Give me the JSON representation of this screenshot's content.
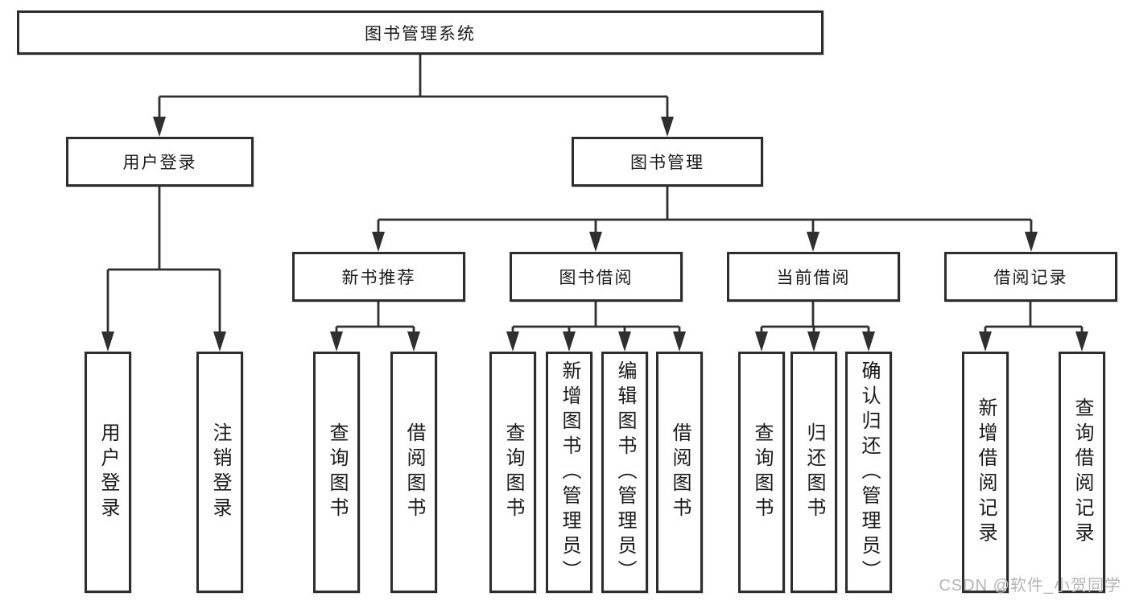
{
  "tree": {
    "root": "图书管理系统",
    "branches": [
      {
        "label": "用户登录",
        "children": [
          {
            "label": "用户登录"
          },
          {
            "label": "注销登录"
          }
        ]
      },
      {
        "label": "图书管理",
        "children": [
          {
            "label": "新书推荐",
            "children": [
              {
                "label": "查询图书"
              },
              {
                "label": "借阅图书"
              }
            ]
          },
          {
            "label": "图书借阅",
            "children": [
              {
                "label": "查询图书"
              },
              {
                "label": "新增图书（管理员）"
              },
              {
                "label": "编辑图书（管理员）"
              },
              {
                "label": "借阅图书"
              }
            ]
          },
          {
            "label": "当前借阅",
            "children": [
              {
                "label": "查询图书"
              },
              {
                "label": "归还图书"
              },
              {
                "label": "确认归还（管理员）"
              }
            ]
          },
          {
            "label": "借阅记录",
            "children": [
              {
                "label": "新增借阅记录"
              },
              {
                "label": "查询借阅记录"
              }
            ]
          }
        ]
      }
    ]
  },
  "watermark": "CSDN @软件_小贺同学",
  "colors": {
    "line": "#2f2f2f",
    "border": "#2d2d2d",
    "text": "#1a1a1a",
    "watermark": "#b5b5b5"
  }
}
